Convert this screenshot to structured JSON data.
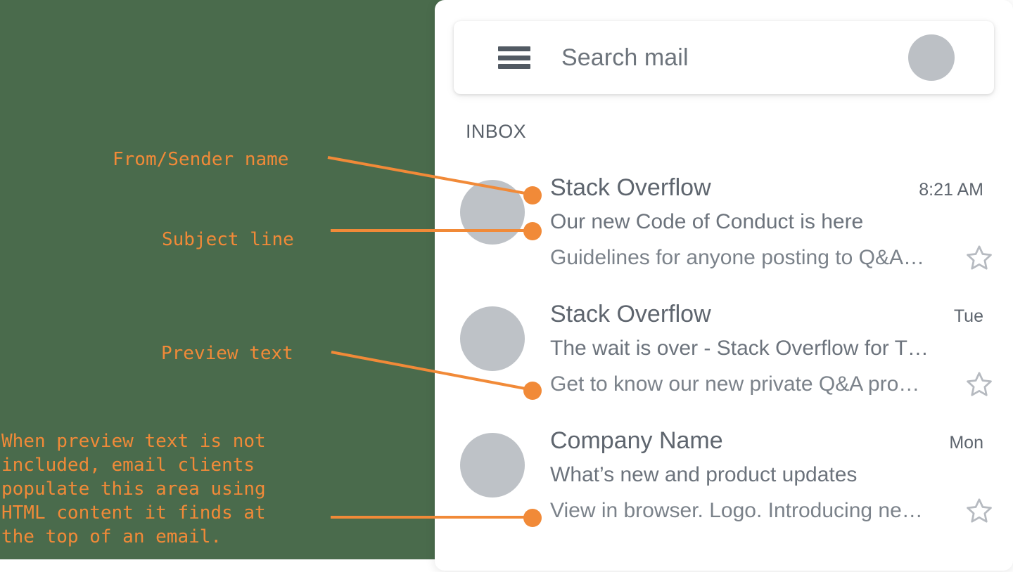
{
  "background": {
    "backdrop_color": "#4a6b4c",
    "accent_color": "#f18a38",
    "panel_color": "#ffffff"
  },
  "mail_app": {
    "header": {
      "menu_icon": "hamburger-menu-icon",
      "search_placeholder": "Search mail",
      "avatar": "account-avatar"
    },
    "folder_label": "INBOX",
    "emails": [
      {
        "sender": "Stack Overflow",
        "timestamp": "8:21 AM",
        "subject": "Our new Code of Conduct is here",
        "preview": "Guidelines for anyone posting to Q&A…",
        "starred": false,
        "star_icon": "star-outline-icon"
      },
      {
        "sender": "Stack Overflow",
        "timestamp": "Tue",
        "subject": "The wait is over - Stack Overflow for T…",
        "preview": "Get to know our new private Q&A pro…",
        "starred": false,
        "star_icon": "star-outline-icon"
      },
      {
        "sender": "Company Name",
        "timestamp": "Mon",
        "subject": "What’s new and product updates",
        "preview": "View in browser. Logo. Introducing ne…",
        "starred": false,
        "star_icon": "star-outline-icon"
      }
    ]
  },
  "annotations": {
    "from_sender": "From/Sender name",
    "subject_line": "Subject line",
    "preview_text": "Preview text",
    "note": "When preview text is not\nincluded, email clients\npopulate this area using\nHTML content it finds at\nthe top of an email."
  }
}
